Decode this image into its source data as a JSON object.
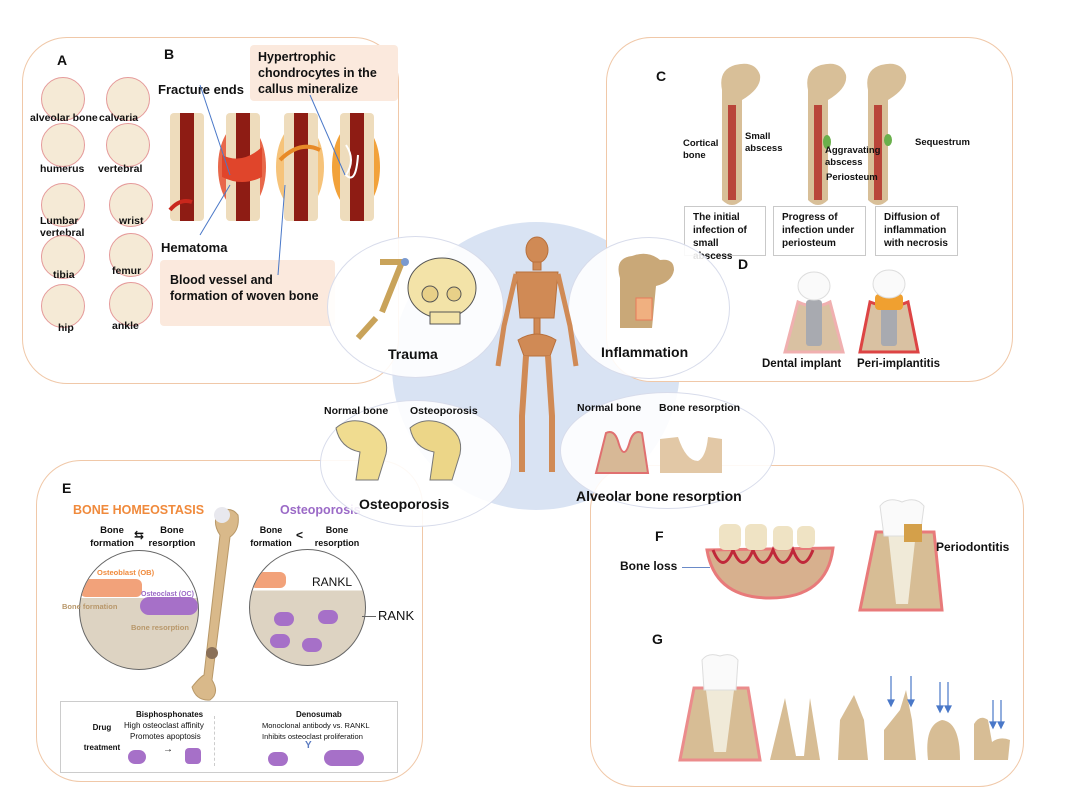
{
  "panels": {
    "A": {
      "letter": "A",
      "sites": [
        {
          "label": "alveolar bone"
        },
        {
          "label": "calvaria"
        },
        {
          "label": "humerus"
        },
        {
          "label": "vertebral"
        },
        {
          "label": "Lumbar vertebral"
        },
        {
          "label": "wrist"
        },
        {
          "label": "tibia"
        },
        {
          "label": "femur"
        },
        {
          "label": "hip"
        },
        {
          "label": "ankle"
        }
      ]
    },
    "B": {
      "letter": "B",
      "fracture_ends": "Fracture ends",
      "hypertrophic": "Hypertrophic chondrocytes in the callus mineralize",
      "hematoma": "Hematoma",
      "blood_vessel": "Blood vessel and formation of woven bone"
    },
    "C": {
      "letter": "C",
      "cortical_bone": "Cortical bone",
      "small_abscess": "Small abscess",
      "aggravating_abscess": "Aggravating abscess",
      "periosteum": "Periosteum",
      "sequestrum": "Sequestrum",
      "stages": [
        {
          "text": "The initial infection of small abscess"
        },
        {
          "text": "Progress of infection under periosteum"
        },
        {
          "text": "Diffusion of inflammation with necrosis"
        }
      ]
    },
    "D": {
      "letter": "D",
      "dental_implant": "Dental implant",
      "peri_implantitis": "Peri-implantitis"
    },
    "E": {
      "letter": "E",
      "homeostasis_title": "BONE HOMEOSTASIS",
      "osteoporosis_title": "Osteoporosis",
      "bone_formation": "Bone formation",
      "bone_resorption": "Bone resorption",
      "equilibrium_symbol": "⇆",
      "less_than_symbol": "<",
      "osteoblast": "Osteoblast (OB)",
      "osteoclast": "Osteoclast (OC)",
      "bone_formation_label": "Bone formation",
      "bone_resorption_label": "Bone resorption",
      "rankl": "RANKL",
      "rank": "RANK",
      "drug_treatment": "Drug treatment",
      "bisphosphonates": {
        "name": "Bisphosphonates",
        "line1": "High osteoclast affinity",
        "line2": "Promotes apoptosis"
      },
      "denosumab": {
        "name": "Denosumab",
        "line1": "Monoclonal antibody vs. RANKL",
        "line2": "Inhibits osteoclast proliferation"
      }
    },
    "F": {
      "letter": "F",
      "bone_loss": "Bone loss",
      "periodontitis": "Periodontitis"
    },
    "G": {
      "letter": "G"
    }
  },
  "center": {
    "trauma": "Trauma",
    "inflammation": "Inflammation",
    "osteoporosis": "Osteoporosis",
    "osteo_normal": "Normal bone",
    "osteo_osteoporosis": "Osteoporosis",
    "alveolar": "Alveolar bone resorption",
    "alveolar_normal": "Normal bone",
    "alveolar_resorption": "Bone resorption"
  },
  "colors": {
    "panel_border": "#f0c8a8",
    "callout_bg": "#fbe9dd",
    "center_circle": "#d9e3f3",
    "bone": "#e8d8b0",
    "marrow": "#8e1c14",
    "skeleton": "#d08a55",
    "homeostasis_orange": "#f08a3c",
    "osteoporosis_purple": "#9b6ac7",
    "arrow_blue": "#4a78c8"
  }
}
